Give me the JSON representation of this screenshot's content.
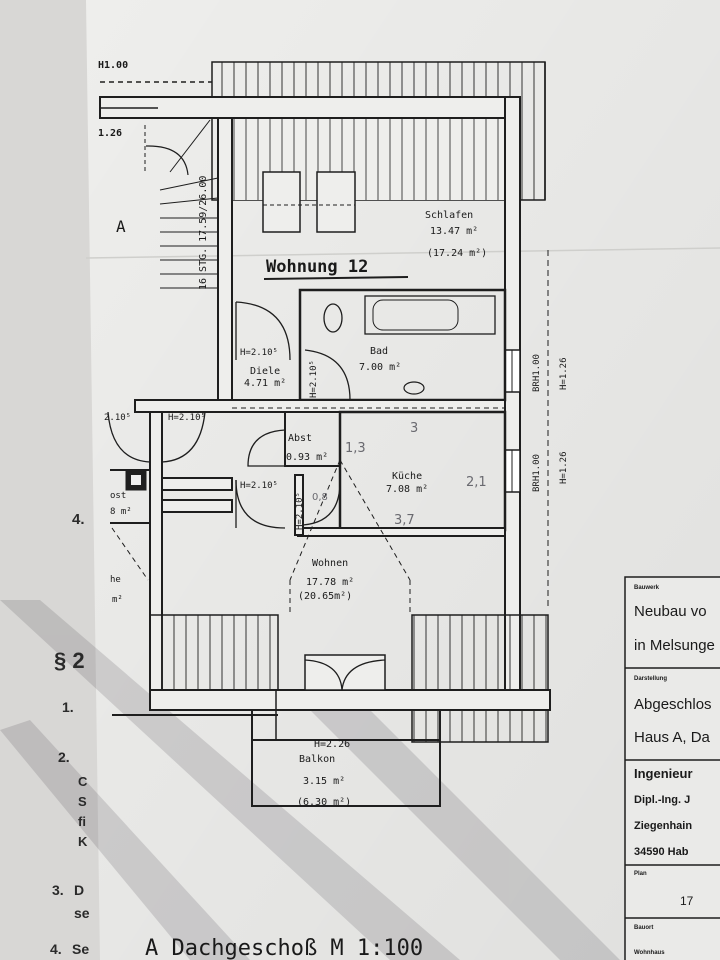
{
  "left_document": {
    "items": [
      "4.",
      "§ 2",
      "1.",
      "2.",
      "C",
      "S",
      "fi",
      "K",
      "3.",
      "D",
      "se",
      "4.",
      "Se"
    ]
  },
  "plan": {
    "height_top": "H1.00",
    "height_left": "1.26",
    "stair_label": "16 STG. 17.59/26.00",
    "house_label": "A",
    "apartment_title": "Wohnung 12",
    "rooms": [
      {
        "name": "Schlafen",
        "area": "13.47 m²",
        "area_gross": "(17.24 m²)"
      },
      {
        "name": "Bad",
        "area": "7.00 m²"
      },
      {
        "name": "Diele",
        "area": "4.71 m²"
      },
      {
        "name": "Abst",
        "area": "0.93 m²"
      },
      {
        "name": "Küche",
        "area": "7.08 m²"
      },
      {
        "name": "Wohnen",
        "area": "17.78 m²",
        "area_gross": "(20.65m²)"
      },
      {
        "name": "Balkon",
        "area": "3.15 m²",
        "area_gross": "(6.30 m²)"
      }
    ],
    "door_heights": [
      "H=2.10⁵",
      "H=2.10⁵",
      "H=2.10⁵",
      "H=2.10⁵",
      "H=2.10⁵",
      "2.10⁵"
    ],
    "balcony_height": "H=2.26",
    "window_labels": [
      "BRH1.00",
      "H=1.26",
      "BRH1.00",
      "H=1.26"
    ],
    "neighbor_labels": [
      "ost",
      "8 m²",
      "he",
      "m²"
    ],
    "handwritten": [
      "3",
      "1,3",
      "2,1",
      "3,7",
      "0,8"
    ],
    "caption": "A   Dachgeschoß  M 1:100"
  },
  "title_block": {
    "bauwerk_label": "Bauwerk",
    "bauwerk_lines": [
      "Neubau vo",
      "in Melsunge"
    ],
    "darstellung_label": "Darstellung",
    "darstellung_lines": [
      "Abgeschlos",
      "Haus A, Da"
    ],
    "office_lines": [
      "Ingenieur",
      "Dipl.-Ing. J",
      "Ziegenhain",
      "34590 Hab"
    ],
    "plan_label": "Plan",
    "plan_number": "17",
    "bauort_label": "Bauort",
    "last_label": "Wohnhaus"
  }
}
